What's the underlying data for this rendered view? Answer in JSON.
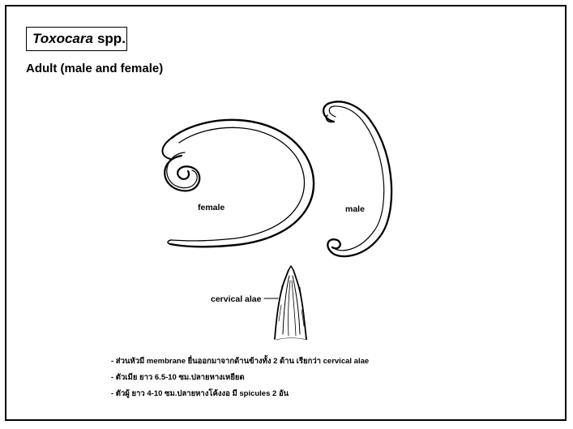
{
  "title": {
    "genus": "Toxocara",
    "suffix": "spp."
  },
  "subtitle": "Adult (male and female)",
  "labels": {
    "female": "female",
    "male": "male",
    "cervical_alae": "cervical alae"
  },
  "notes": [
    "- ส่วนหัวมี membrane ยื่นออกมาจากด้านข้างทั้ง 2 ด้าน เรียกว่า cervical alae",
    "- ตัวเมีย ยาว 6.5-10 ซม.ปลายหางเหยียด",
    "- ตัวผู้ ยาว 4-10 ซม.ปลายหางโค้งงอ มี spicules 2 อัน"
  ]
}
